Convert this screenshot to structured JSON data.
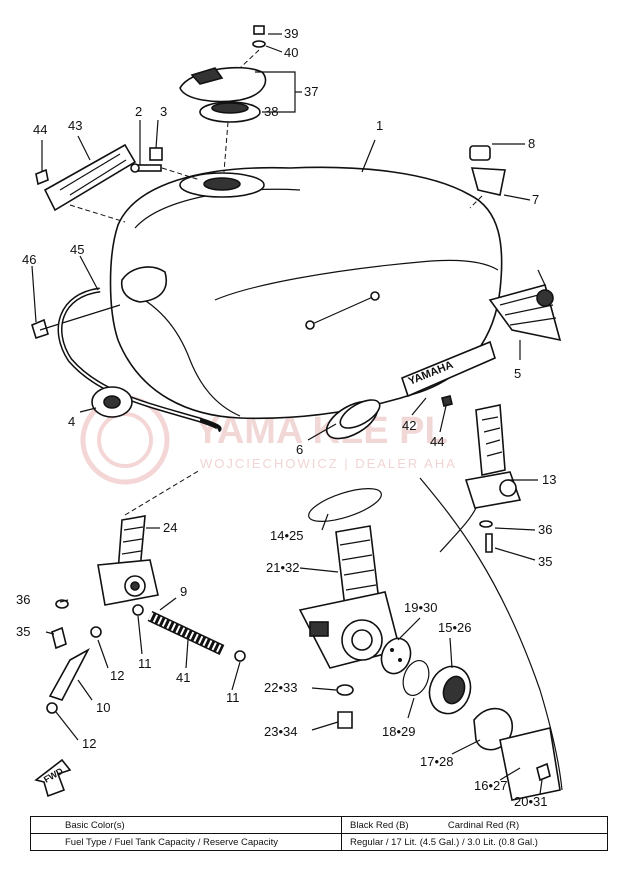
{
  "watermark": {
    "brand": "YAMA  KLE PL",
    "dealer": "WOJCIECHOWICZ | DEALER    AHA"
  },
  "tank_emblem": "YAMAHA",
  "fwd_label": "FWD",
  "callouts": [
    {
      "id": "c39",
      "text": "39"
    },
    {
      "id": "c40",
      "text": "40"
    },
    {
      "id": "c37",
      "text": "37"
    },
    {
      "id": "c38",
      "text": "38"
    },
    {
      "id": "c1",
      "text": "1"
    },
    {
      "id": "c2",
      "text": "2"
    },
    {
      "id": "c3",
      "text": "3"
    },
    {
      "id": "c43",
      "text": "43"
    },
    {
      "id": "c44a",
      "text": "44"
    },
    {
      "id": "c8",
      "text": "8"
    },
    {
      "id": "c7",
      "text": "7"
    },
    {
      "id": "c46",
      "text": "46"
    },
    {
      "id": "c45",
      "text": "45"
    },
    {
      "id": "c5",
      "text": "5"
    },
    {
      "id": "c4",
      "text": "4"
    },
    {
      "id": "c42",
      "text": "42"
    },
    {
      "id": "c44b",
      "text": "44"
    },
    {
      "id": "c6",
      "text": "6"
    },
    {
      "id": "c13",
      "text": "13"
    },
    {
      "id": "c24",
      "text": "24"
    },
    {
      "id": "c1425",
      "text": "14•25"
    },
    {
      "id": "c36a",
      "text": "36"
    },
    {
      "id": "c35a",
      "text": "35"
    },
    {
      "id": "c2132",
      "text": "21•32"
    },
    {
      "id": "c1930",
      "text": "19•30"
    },
    {
      "id": "c1526",
      "text": "15•26"
    },
    {
      "id": "c36b",
      "text": "36"
    },
    {
      "id": "c35b",
      "text": "35"
    },
    {
      "id": "c9",
      "text": "9"
    },
    {
      "id": "c11a",
      "text": "11"
    },
    {
      "id": "c12a",
      "text": "12"
    },
    {
      "id": "c41",
      "text": "41"
    },
    {
      "id": "c11b",
      "text": "11"
    },
    {
      "id": "c10",
      "text": "10"
    },
    {
      "id": "c12b",
      "text": "12"
    },
    {
      "id": "c2233",
      "text": "22•33"
    },
    {
      "id": "c2334",
      "text": "23•34"
    },
    {
      "id": "c1829",
      "text": "18•29"
    },
    {
      "id": "c1728",
      "text": "17•28"
    },
    {
      "id": "c1627",
      "text": "16•27"
    },
    {
      "id": "c2031",
      "text": "20•31"
    }
  ],
  "spec_table": {
    "row1": {
      "label": "Basic Color(s)",
      "col_a": "Black Red (B)",
      "col_b": "Cardinal Red (R)"
    },
    "row2": {
      "label": "Fuel Type / Fuel Tank Capacity / Reserve Capacity",
      "value": "Regular / 17 Lit. (4.5 Gal.) / 3.0 Lit. (0.8 Gal.)"
    }
  }
}
